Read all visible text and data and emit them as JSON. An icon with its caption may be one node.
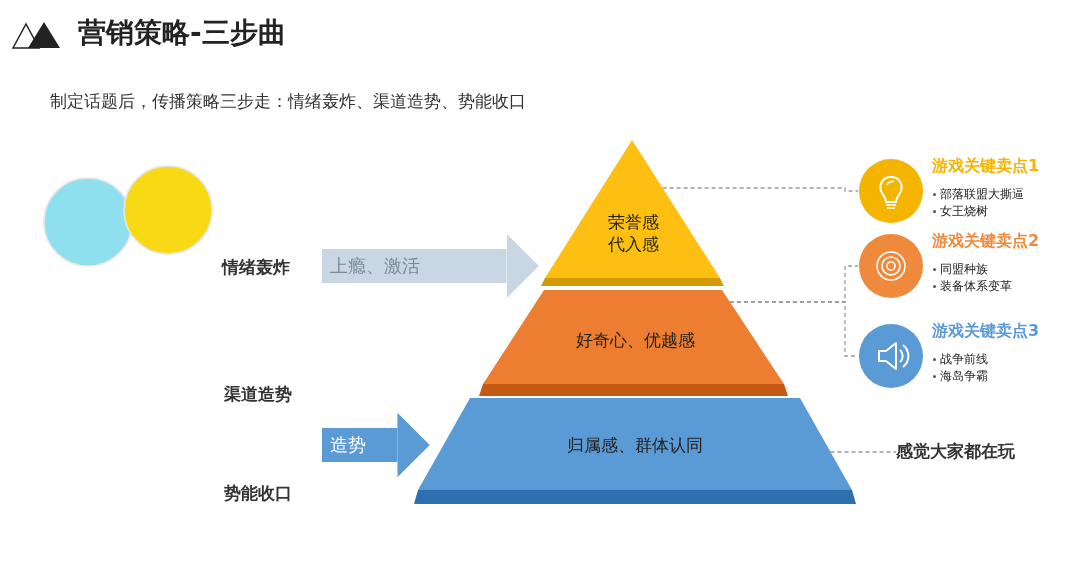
{
  "diagram": {
    "title": "营销策略-三步曲",
    "nodes": [
      {
        "text": [
          "荣誉感",
          "代入感"
        ]
      },
      {
        "text": [
          "好奇心、优越感"
        ]
      },
      {
        "text": [
          "归属感、群体认同"
        ]
      },
      {
        "text": [
          "游戏关键卖点1",
          "部落联盟大撕逼",
          "女王烧树"
        ]
      },
      {
        "text": [
          "游戏关键卖点2",
          "同盟种族",
          "装备体系变革"
        ]
      },
      {
        "text": [
          "游戏关键卖点3",
          "战争前线",
          "海岛争霸"
        ]
      },
      {
        "text": [
          "感觉大家都在玩"
        ]
      },
      {
        "text": [
          "情绪轰炸"
        ]
      },
      {
        "text": [
          "渠道造势"
        ]
      },
      {
        "text": [
          "势能收口"
        ]
      }
    ],
    "edges": [
      {
        "from": null,
        "to": 0,
        "arrow": "to",
        "label": "上瘾、激活",
        "style": "thick",
        "color": "#c9d6e3"
      },
      {
        "from": null,
        "to": 2,
        "arrow": "to",
        "label": "造势",
        "style": "thick",
        "color": "#5b9bd5"
      },
      {
        "from": 0,
        "to": 3,
        "arrow": "none",
        "style": "dashed"
      },
      {
        "from": 1,
        "to": 4,
        "arrow": "none",
        "style": "dashed"
      },
      {
        "from": 1,
        "to": 5,
        "arrow": "none",
        "style": "dashed"
      },
      {
        "from": 2,
        "to": 6,
        "arrow": "none",
        "style": "dashed"
      }
    ],
    "labels": [
      "制定话题后，传播策略三步走：情绪轰炸、渠道造势、势能收口"
    ]
  }
}
